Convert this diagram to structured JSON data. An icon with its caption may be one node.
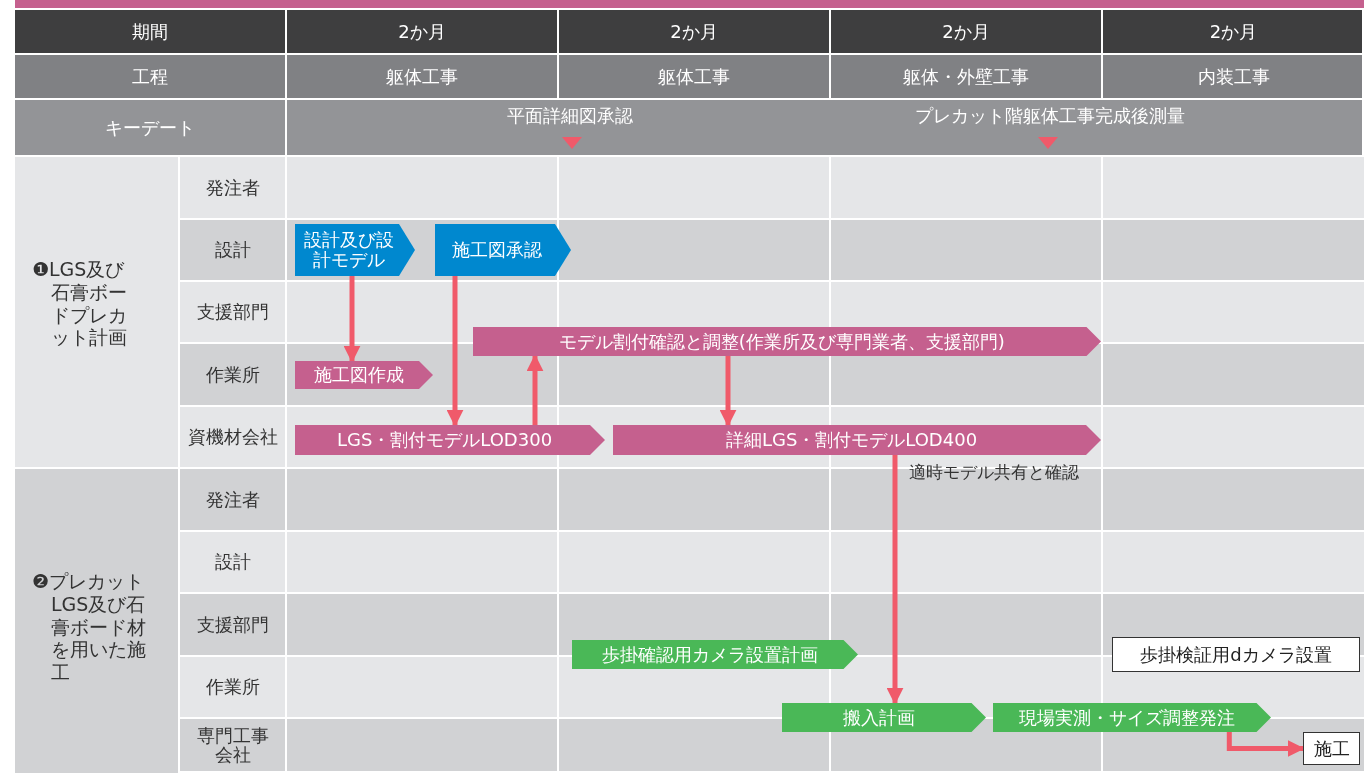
{
  "diagram": {
    "nodes": [
      {
        "text": [
          "設計及び設計モデル"
        ]
      },
      {
        "text": [
          "施工図承認"
        ]
      },
      {
        "text": [
          "施工図作成"
        ]
      },
      {
        "text": [
          "モデル割付確認と調整(作業所及び専門業者、支援部門)"
        ]
      },
      {
        "text": [
          "LGS・割付モデルLOD300"
        ]
      },
      {
        "text": [
          "詳細LGS・割付モデルLOD400"
        ]
      },
      {
        "text": [
          "歩掛確認用カメラ設置計画"
        ]
      },
      {
        "text": [
          "歩掛検証用dカメラ設置"
        ]
      },
      {
        "text": [
          "搬入計画"
        ]
      },
      {
        "text": [
          "現場実測・サイズ調整発注"
        ]
      },
      {
        "text": [
          "施工"
        ]
      }
    ],
    "edges": [
      {
        "from": 0,
        "to": 2,
        "arrow": "to"
      },
      {
        "from": 1,
        "to": 4,
        "arrow": "to"
      },
      {
        "from": 4,
        "to": 3,
        "arrow": "to"
      },
      {
        "from": 3,
        "to": 5,
        "arrow": "to"
      },
      {
        "from": 5,
        "to": 8,
        "arrow": "to",
        "label": "適時モデル共有と確認"
      },
      {
        "from": 9,
        "to": 10,
        "arrow": "to"
      }
    ],
    "labels": [
      "期間",
      "2か月",
      "2か月",
      "2か月",
      "2か月",
      "工程",
      "躯体工事",
      "躯体工事",
      "躯体・外壁工事",
      "内装工事",
      "キーデート",
      "平面詳細図承認",
      "プレカット階躯体工事完成後測量",
      "❶LGS及び石膏ボードプレカット計画",
      "発注者",
      "設計",
      "支援部門",
      "作業所",
      "資機材会社",
      "❷プレカットLGS及び石膏ボード材を用いた施工",
      "発注者",
      "設計",
      "支援部門",
      "作業所",
      "専門工事会社"
    ]
  }
}
